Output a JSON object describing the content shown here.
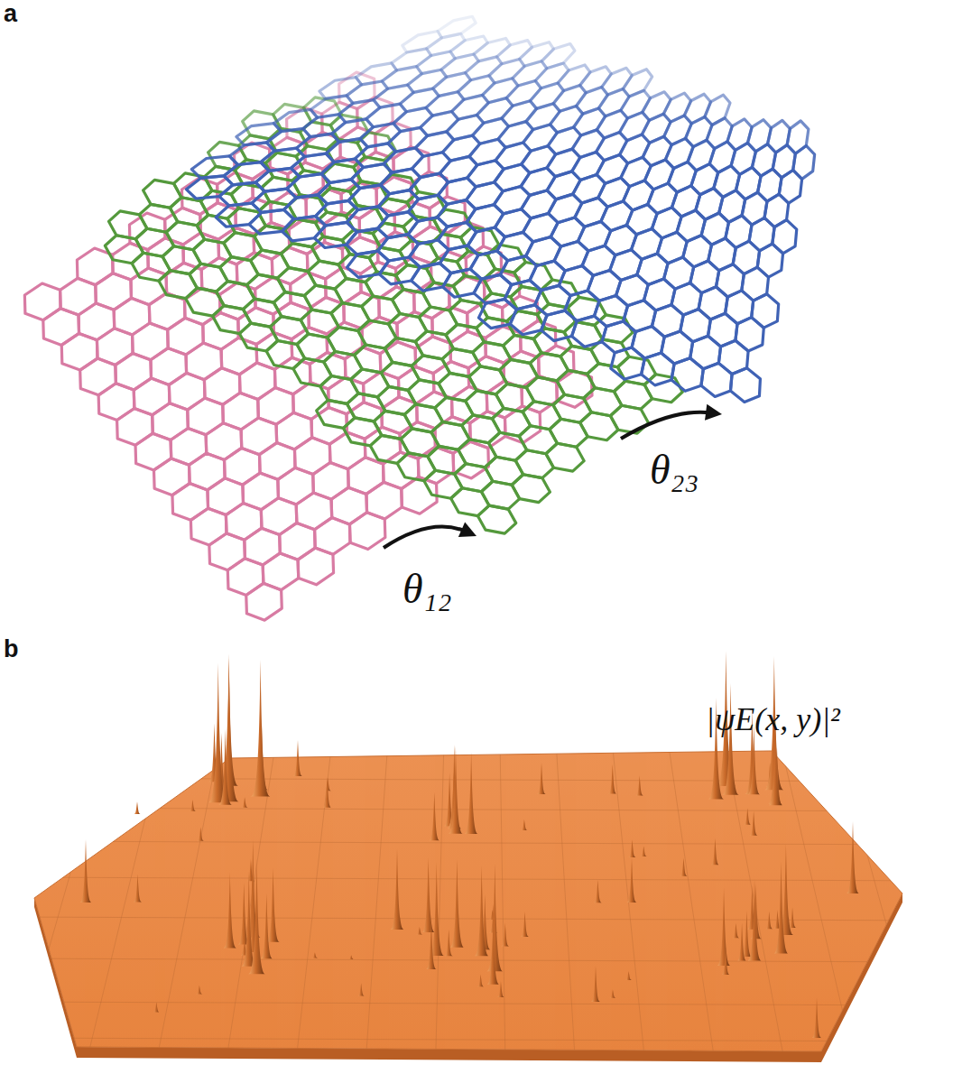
{
  "diagram": {
    "labels": [
      "a",
      "b",
      "θ₁₂",
      "θ₂₃",
      "|ψE(x, y)|²"
    ]
  }
}
